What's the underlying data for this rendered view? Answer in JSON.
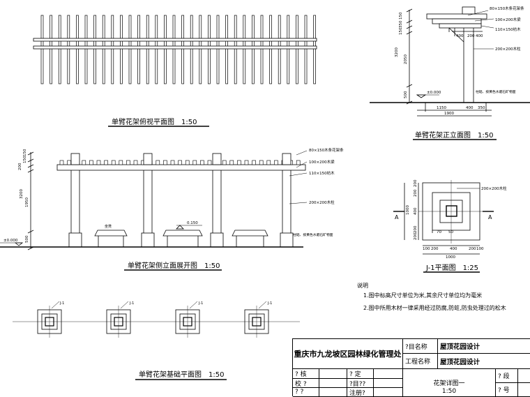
{
  "drawings": {
    "top_plan": {
      "title": "单臂花架俯视平面图　1:50"
    },
    "front_elevation": {
      "title": "单臂花架正立面图　1:50",
      "dims_vertical": [
        "150",
        "350",
        "150",
        "3200",
        "2050",
        "500"
      ],
      "dims_horizontal": [
        "400",
        "200",
        "400",
        "1150",
        "400",
        "350",
        "1900"
      ],
      "labels": [
        "80×150木条花架条",
        "100×200木梁",
        "110×150枋木",
        "200×200木柱"
      ],
      "level": "±0.000",
      "ground_note": "柱础、按黄色水磨石矿物面"
    },
    "side_elevation": {
      "title": "单臂花架侧立面展开图　1:50",
      "dims_vertical": [
        "200",
        "150",
        "150",
        "3200",
        "1950",
        "500"
      ],
      "labels": [
        "80×150木条花架条",
        "100×200木梁",
        "110×150枋木",
        "200×200木柱"
      ],
      "bench_label": "坐凳",
      "level_left": "±0.000",
      "level_bench": "0.150",
      "ground_note": "柱础、按黄色水磨石矿物面"
    },
    "footing_plan": {
      "title": "J-1平面图　1:25",
      "dims_vertical": [
        "200",
        "200",
        "400",
        "1000",
        "200",
        "200"
      ],
      "dims_horizontal": [
        "100",
        "200",
        "400",
        "200",
        "100",
        "1000"
      ],
      "inner_dims": [
        "70",
        "50"
      ],
      "column_label": "200×200木柱",
      "section_marks": [
        "A",
        "A"
      ]
    },
    "foundation_plan": {
      "title": "单臂花架基础平面图　1:50",
      "footing_tags": [
        "J-1",
        "J-1",
        "J-1",
        "J-1"
      ]
    }
  },
  "notes": {
    "heading": "说明",
    "lines": [
      "1.图中标高尺寸单位为米,其余尺寸单位均为毫米",
      "2.图中所用木材一律采用经过防腐,防蛀,防虫处理过的松木"
    ]
  },
  "title_block": {
    "organization": "重庆市九龙坡区园林绿化管理处",
    "project_label": "?目名称",
    "project_value": "屋顶花园设计",
    "work_label": "工程名称",
    "work_value": "屋顶花园设计",
    "rows": [
      {
        "label": "? 核",
        "label2": "? 定"
      },
      {
        "label": "校 ?",
        "label2": "?目??"
      },
      {
        "label": "? ?",
        "label2": "注册?"
      }
    ],
    "drawing_name": "花架详图一",
    "scale": "1:50",
    "right_labels": [
      "? 段",
      "? 号"
    ]
  }
}
